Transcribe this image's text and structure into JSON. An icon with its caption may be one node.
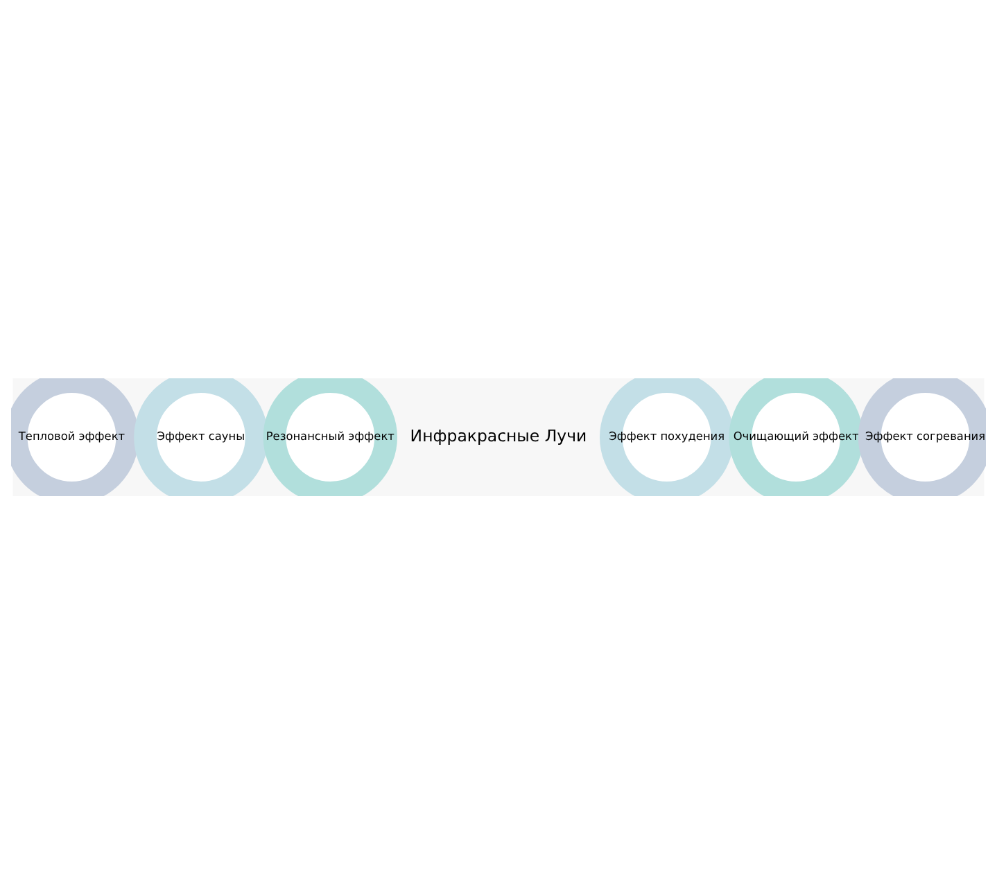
{
  "diagram": {
    "nodes": [
      {
        "text": [
          "Тепловой эффект"
        ]
      },
      {
        "text": [
          "Эффект сауны"
        ]
      },
      {
        "text": [
          "Резонансный эффект"
        ]
      },
      {
        "text": [
          "Эффект похудения"
        ]
      },
      {
        "text": [
          "Очищающий эффект"
        ]
      },
      {
        "text": [
          "Эффект согревания"
        ]
      }
    ],
    "edges": [],
    "labels": [
      "Инфракрасные Лучи"
    ]
  }
}
